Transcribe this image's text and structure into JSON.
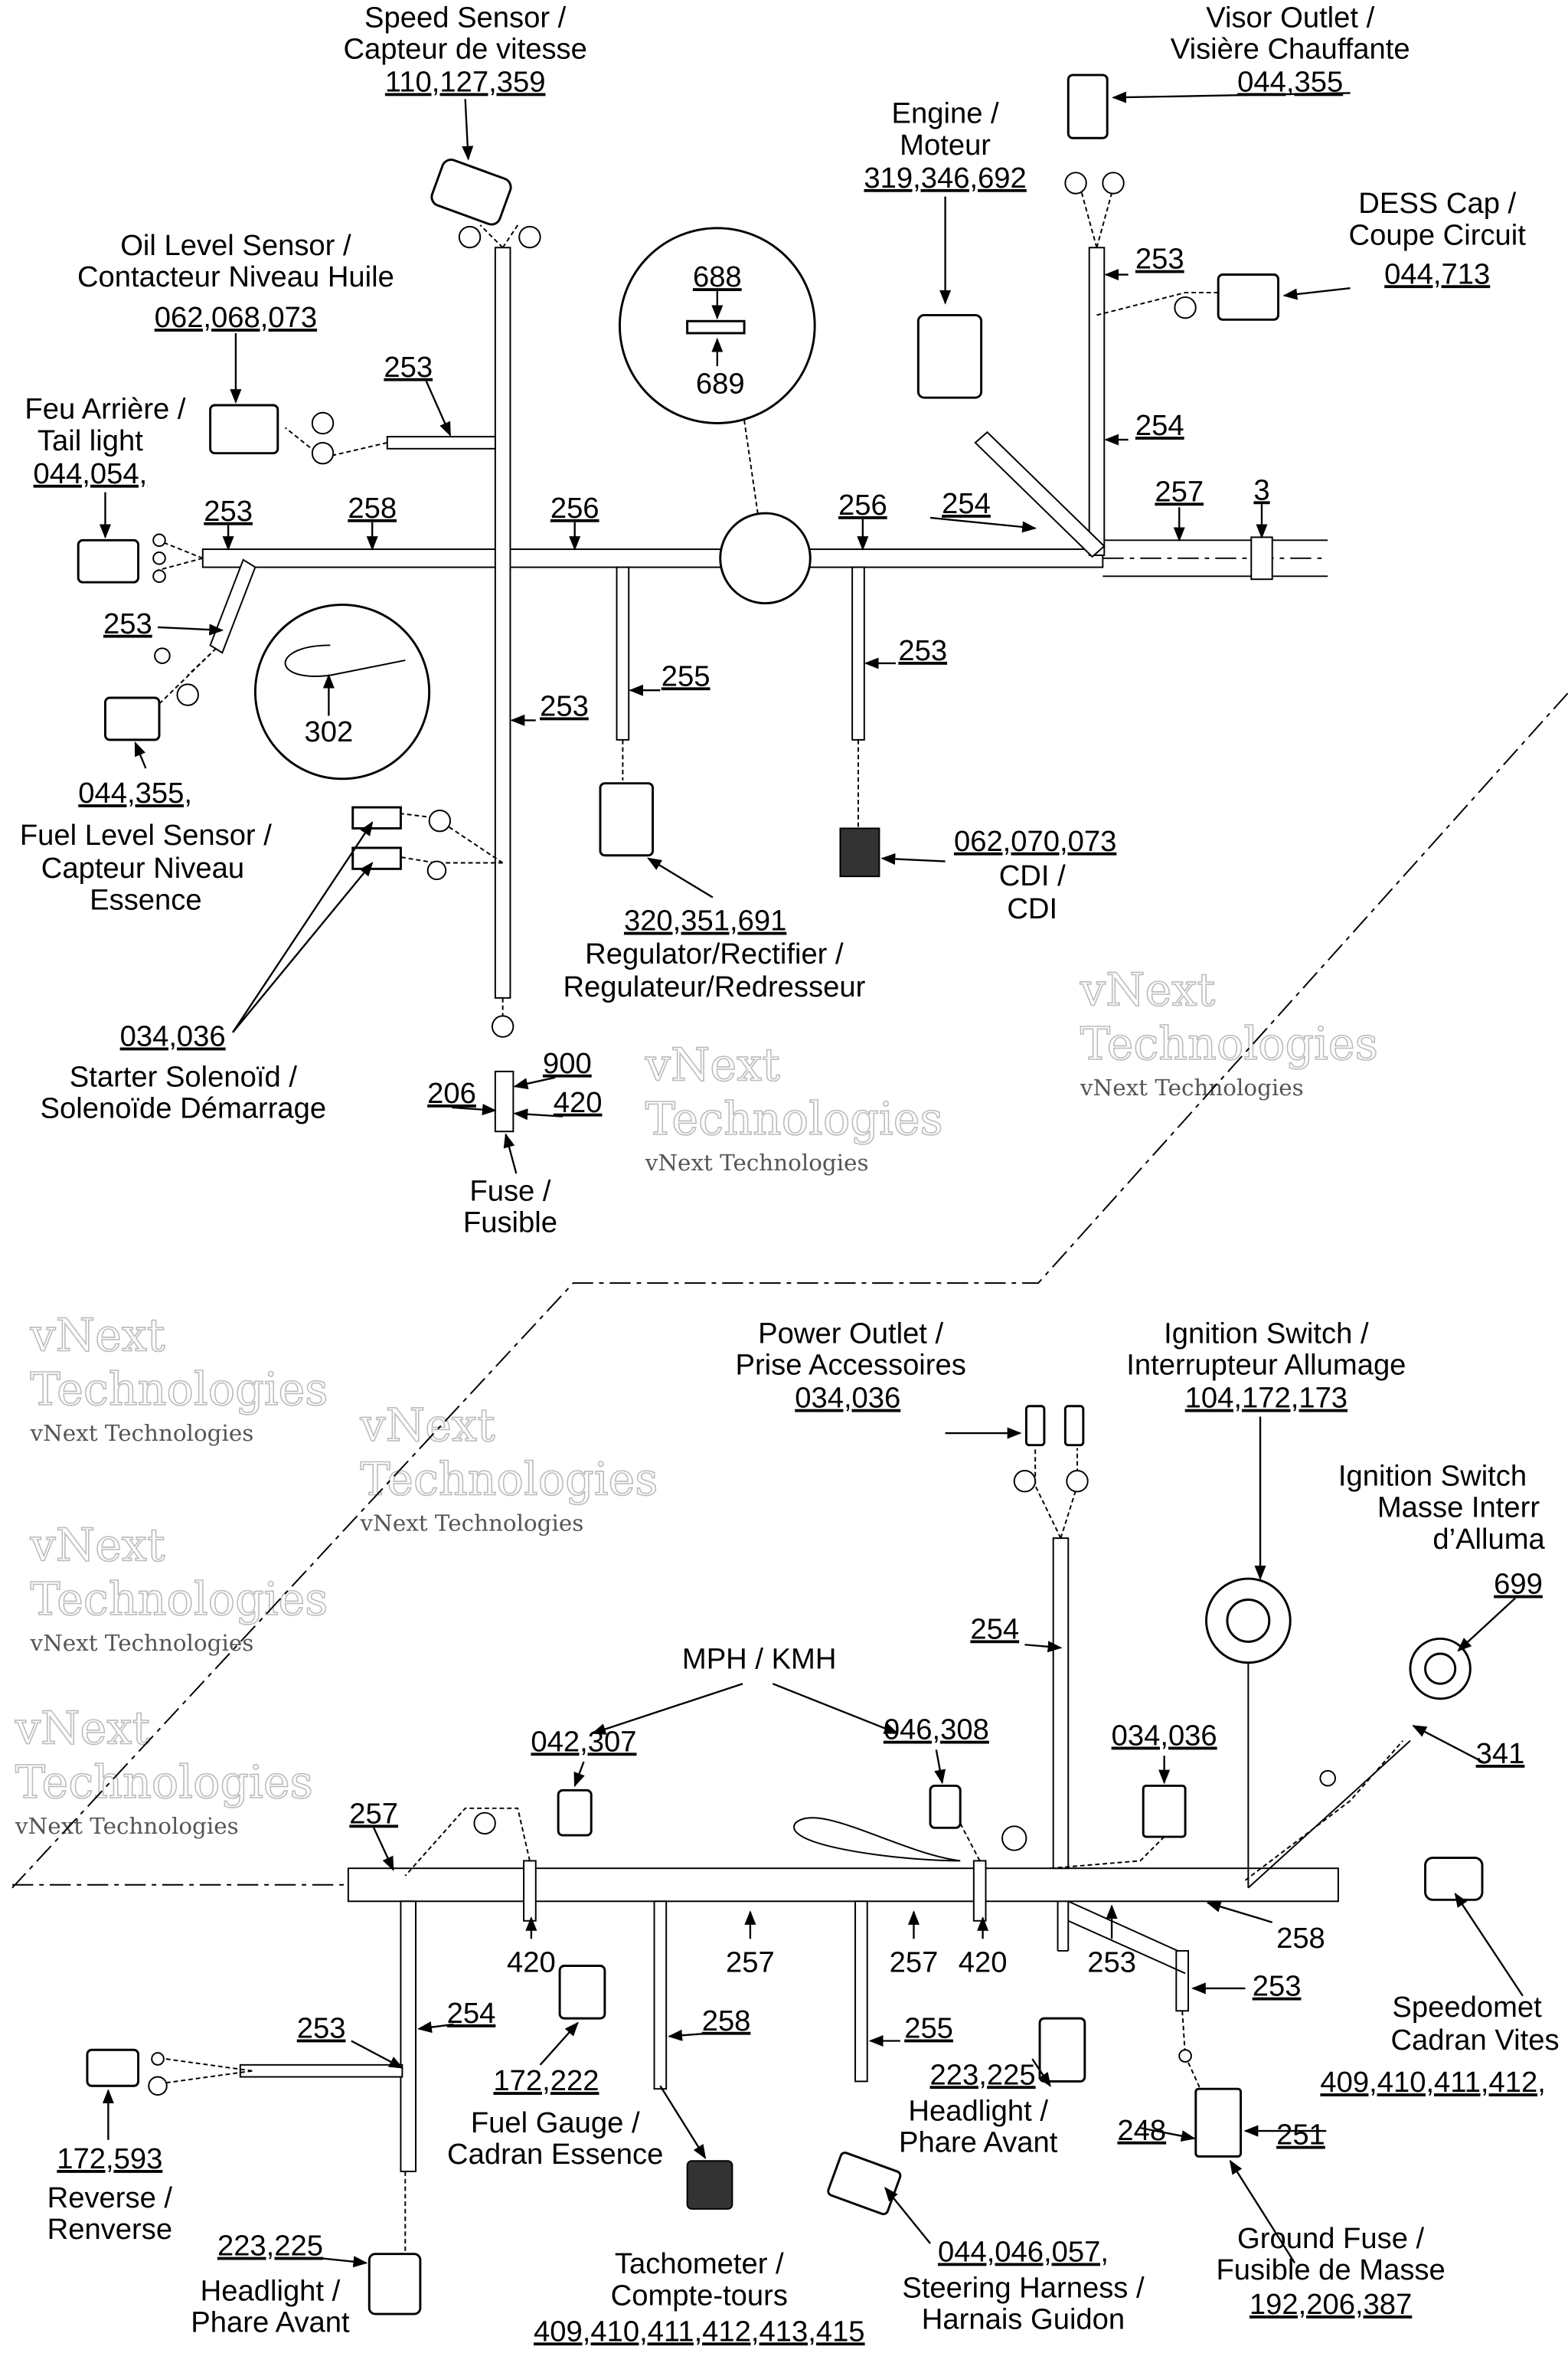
{
  "watermark": {
    "line1": "vNext",
    "line2": "Technologies",
    "small": "vNext Technologies"
  },
  "top": {
    "speed_sensor": [
      "Speed Sensor /",
      "Capteur de vitesse",
      "110,127,359"
    ],
    "visor_outlet": [
      "Visor Outlet /",
      "Visière Chauffante",
      "044,355"
    ],
    "engine": [
      "Engine /",
      "Moteur",
      "319,346,692"
    ],
    "dess_cap": [
      "DESS Cap /",
      "Coupe Circuit",
      "044,713"
    ],
    "oil_level": [
      "Oil Level Sensor /",
      "Contacteur Niveau Huile",
      "062,068,073"
    ],
    "tail_light": [
      "Feu Arrière /",
      "Tail light",
      "044,054,"
    ],
    "fuel_level": [
      "044,355,",
      "Fuel Level Sensor /",
      "Capteur Niveau",
      "Essence"
    ],
    "regulator": [
      "320,351,691",
      "Regulator/Rectifier /",
      "Regulateur/Redresseur"
    ],
    "cdi": [
      "062,070,073",
      "CDI /",
      "CDI"
    ],
    "starter": [
      "034,036",
      "Starter Solenoïd /",
      "Solenoïde Démarrage"
    ],
    "fuse": [
      "Fuse /",
      "Fusible"
    ],
    "detail": {
      "a": "688",
      "b": "689",
      "c": "302"
    },
    "callouts": {
      "c253a": "253",
      "c253b": "253",
      "c258": "258",
      "c256a": "256",
      "c256b": "256",
      "c254a": "254",
      "c257": "257",
      "c3": "3",
      "c253c": "253",
      "c254b": "254",
      "c253d": "253",
      "c253e": "253",
      "c255": "255",
      "c253f": "253",
      "c900": "900",
      "c420": "420",
      "c206": "206"
    }
  },
  "bottom": {
    "power_outlet": [
      "Power Outlet /",
      "Prise Accessoires",
      "034,036"
    ],
    "ignition_switch": [
      "Ignition Switch /",
      "Interrupteur Allumage",
      "104,172,173"
    ],
    "ignition_ground": [
      "Ignition Switch",
      "Masse Interr",
      "d’Alluma",
      "699"
    ],
    "mph_kmh": "MPH / KMH",
    "gauge_a": "042,307",
    "gauge_b": "046,308",
    "conn_034": "034,036",
    "c341": "341",
    "speedometer": [
      "Speedomet",
      "Cadran Vites",
      "409,410,411,412,"
    ],
    "fuel_gauge": [
      "172,222",
      "Fuel Gauge /",
      "Cadran Essence"
    ],
    "headlight_r": [
      "223,225",
      "Headlight /",
      "Phare Avant"
    ],
    "headlight_l": [
      "223,225",
      "Headlight /",
      "Phare Avant"
    ],
    "reverse": [
      "172,593",
      "Reverse /",
      "Renverse"
    ],
    "tachometer": [
      "Tachometer /",
      "Compte-tours",
      "409,410,411,412,413,415"
    ],
    "steering": [
      "044,046,057,",
      "Steering Harness /",
      "Harnais Guidon"
    ],
    "ground_fuse": [
      "Ground Fuse /",
      "Fusible de Masse",
      "192,206,387"
    ],
    "callouts": {
      "c254a": "254",
      "c257a": "257",
      "c420a": "420",
      "c257b": "257",
      "c257c": "257",
      "c420b": "420",
      "c253a": "253",
      "c258a": "258",
      "c253b": "253",
      "c253c": "253",
      "c254b": "254",
      "c258b": "258",
      "c255": "255",
      "c248": "248",
      "c251": "251"
    }
  }
}
